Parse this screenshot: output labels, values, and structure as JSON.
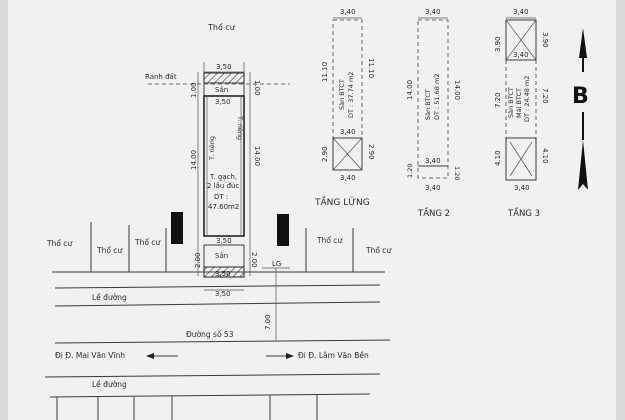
{
  "labels": {
    "tho_cu_top": "Thổ cư",
    "ranh_dat": "Ranh đất",
    "w_top": "3,50",
    "san_top": "Sân",
    "w_inner_top": "3,50",
    "d1_left": "1.00",
    "d1_right": "1.00",
    "d14_left": "14.00",
    "d14_right": "14.00",
    "t_rieng_left": "T. riêng",
    "t_rieng_right": "T. riêng",
    "body_text_1": "T. gạch,",
    "body_text_2": "2 lầu đúc",
    "body_text_3": "DT :",
    "body_text_4": "47.60m2",
    "w_bottom_inner": "3,50",
    "san_bottom": "Sân",
    "d2_left": "2.00",
    "d2_right": "2.00",
    "w_bottom_hatch": "3,50",
    "w_bottom": "3,50",
    "lg": "LG",
    "tho_cu_l1": "Thổ cư",
    "tho_cu_l2": "Thổ cư",
    "tho_cu_l3": "Thổ cư",
    "tho_cu_r1": "Thổ cư",
    "tho_cu_r2": "Thổ cư",
    "le_duong_top": "Lề đường",
    "duong_so": "Đường số 53",
    "d7": "7.00",
    "di_left": "Đi Đ. Mai Văn Vĩnh",
    "di_right": "Đi Đ. Lâm Văn Bền",
    "le_duong_bottom": "Lề đường",
    "north": "B"
  },
  "floors": {
    "lung": {
      "title": "TẦNG LỬNG",
      "w_top": "3,40",
      "w_mid": "3,40",
      "w_bot": "3,40",
      "h_main_l": "11.10",
      "h_main_r": "11.10",
      "h_void_l": "2.90",
      "h_void_r": "2.90",
      "t1": "Sàn BTCT",
      "t2": "DT : 37.74 m2"
    },
    "tang2": {
      "title": "TẦNG 2",
      "w_top": "3,40",
      "w_mid": "3,40",
      "w_bot": "3,40",
      "h_main_l": "14.00",
      "h_main_r": "14.00",
      "h_small_l": "1.20",
      "h_small_r": "1.20",
      "t1": "Sàn BTCT",
      "t2": "DT : 51.68 m2"
    },
    "tang3": {
      "title": "TẦNG 3",
      "w_top": "3,40",
      "w_mid": "3,40",
      "w_bot": "3,40",
      "h_void_l": "3.90",
      "h_void_r": "3.90",
      "h_main_l": "7.20",
      "h_main_r": "7.20",
      "h_bot_l": "4.10",
      "h_bot_r": "4.10",
      "t1": "Sàn BTCT",
      "t2": "Mái BTCT",
      "t3": "DT : 24.48 m2"
    }
  }
}
